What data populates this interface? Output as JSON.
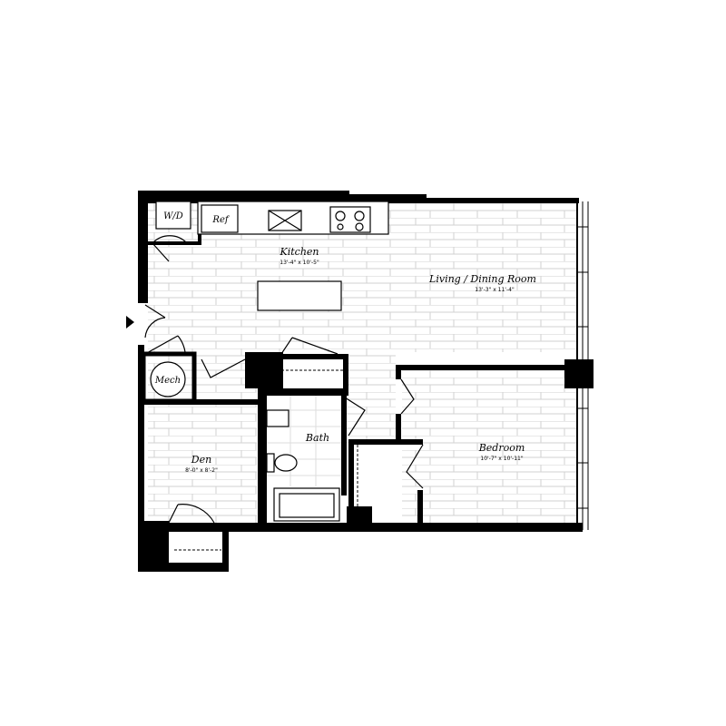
{
  "rooms": {
    "kitchen": {
      "name": "Kitchen",
      "dims": "13'-4\" x 10'-5\""
    },
    "living": {
      "name": "Living / Dining Room",
      "dims": "13'-3\" x 11'-4\""
    },
    "bedroom": {
      "name": "Bedroom",
      "dims": "10'-7\" x 10'-11\""
    },
    "den": {
      "name": "Den",
      "dims": "8'-0\" x 8'-2\""
    },
    "bath": {
      "name": "Bath"
    }
  },
  "fixtures": {
    "washer_dryer": "W/D",
    "refrigerator": "Ref",
    "mechanical": "Mech"
  },
  "colors": {
    "wall": "#000000",
    "floor_lines": "#d2d2d2",
    "background": "#ffffff"
  }
}
